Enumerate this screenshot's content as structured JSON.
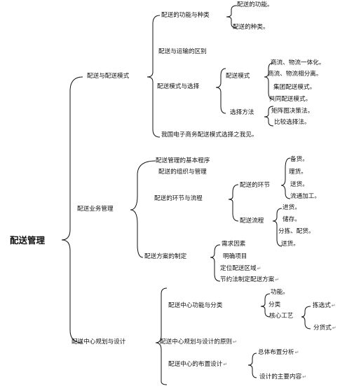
{
  "root": "配送管理",
  "sections": {
    "s1": "配送与配送模式",
    "s2": "配送业务管理",
    "s3": "配送中心规划与设计"
  },
  "nodes": {
    "a1": "配送的功能与种类",
    "a1a": "配送的功能。",
    "a1b": "配送的种类。",
    "a2": "配送与运输的区别",
    "a3": "配送模式与选择",
    "a3m": "配送模式",
    "a3m1": "商流、物流一体化。",
    "a3m2": "商流、物流相分离。",
    "a3m3": "集团配送模式。",
    "a3m4": "共同配送模式。",
    "a3s": "选择方法",
    "a3s1": "矩阵图决策法。",
    "a3s2": "比较选择法。",
    "a4": "我国电子商务配送模式选择之我见。",
    "b1": "配送管理的基本程序",
    "b2": "配送的组织与管理",
    "b3": "配送的环节与流程",
    "b3h": "配送的环节",
    "b3h1": "备货。",
    "b3h2": "理货。",
    "b3h3": "送货。",
    "b3h4": "流通加工。",
    "b3l": "配送流程",
    "b3l1": "进货。",
    "b3l2": "储存。",
    "b3l3": "分拣、配货。",
    "b3l4": "送货。",
    "b4": "配送方案的制定",
    "b4a": "需求因素",
    "b4b": "明确项目",
    "b4c": "定位配送区域",
    "b4d": "节约法制定配送方案",
    "c1": "配送中心功能与分类",
    "c1a": "功能。",
    "c1b": "分类",
    "c1c": "核心工艺",
    "c1c1": "拣选式",
    "c1c2": "分货式",
    "c2": "配送中心规划与设计的原则",
    "c3": "配送中心的布置设计",
    "c3a": "总体布置分析",
    "c3b": "设计的主要内容"
  }
}
